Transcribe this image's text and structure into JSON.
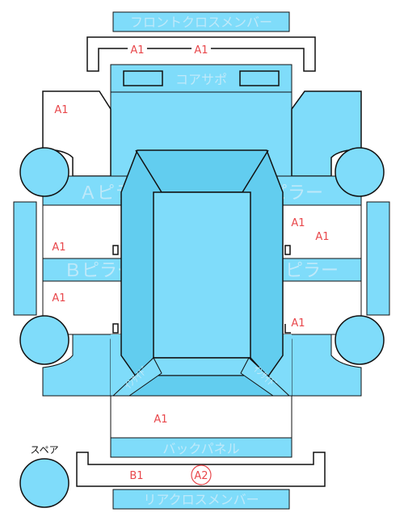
{
  "labels": {
    "front_cross_member": "フロントクロスメンバー",
    "core_support": "コアサポ",
    "a_pillar_left": "Ａピラー",
    "a_pillar_right": "Ａピラー",
    "b_pillar_left": "Ｂピラー",
    "b_pillar_right": "Ｂピラー",
    "inside_panel_left": "ｲﾝｻｲﾄﾞ",
    "inside_panel_right": "ｲﾝｻｲﾄﾞ",
    "back_panel": "バックパネル",
    "spare": "スペア",
    "rear_cross_member": "リアクロスメンバー"
  },
  "damage_codes": {
    "front_member_left": "A1",
    "front_member_right": "A1",
    "front_left_fender": "A1",
    "left_front_door": "A1",
    "left_rear_door": "A1",
    "right_front_door_1": "A1",
    "right_front_door_2": "A1",
    "right_rear_door": "A1",
    "trunk": "A1",
    "rear_member_left": "B1",
    "rear_member_right": "A2"
  },
  "colors": {
    "panel_fill": "#7fdcfa",
    "panel_dark": "#62cdef",
    "outline": "#111111",
    "code_text": "#e8474b",
    "label_text": "#bfe9f9"
  }
}
